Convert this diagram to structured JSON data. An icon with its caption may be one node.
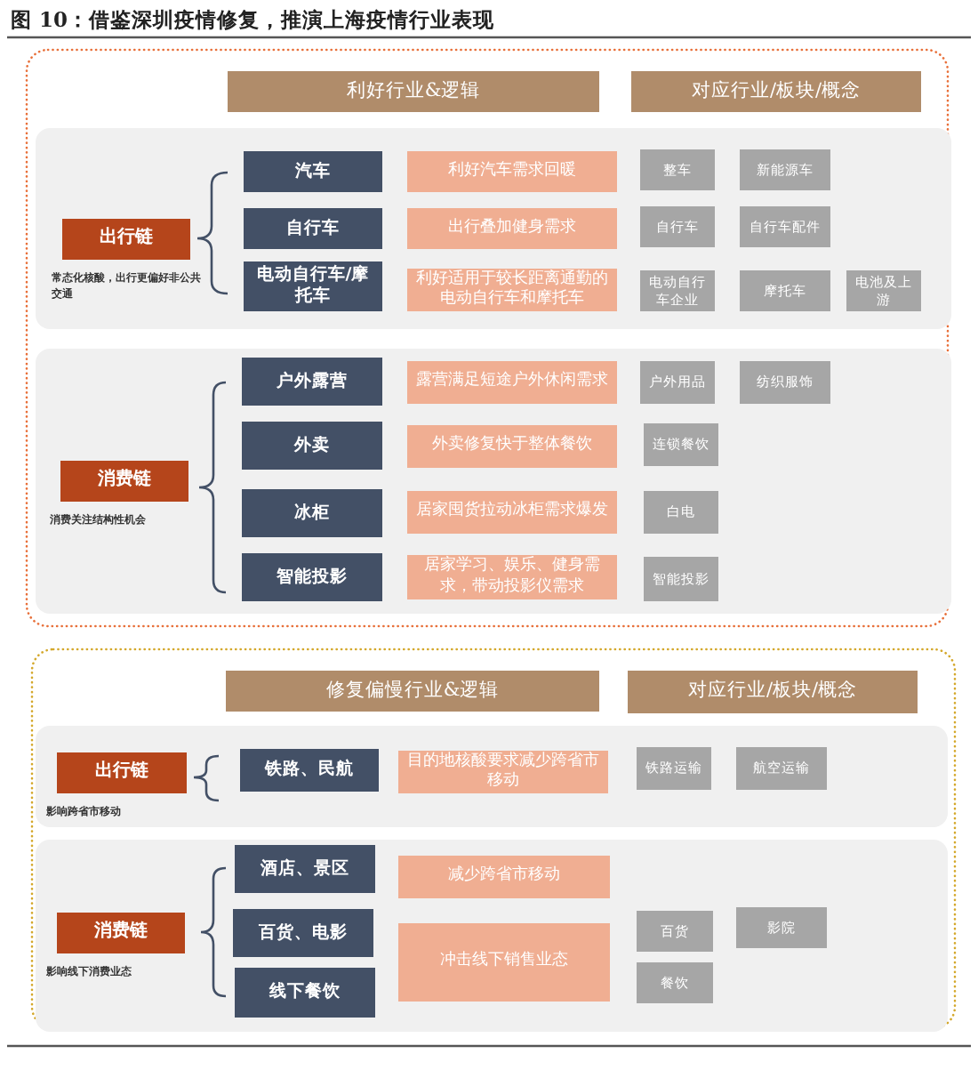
{
  "diagram": {
    "title": "图 10：借鉴深圳疫情修复，推演上海疫情行业表现",
    "nodes": [
      {
        "text": [
          "利好行业&逻辑"
        ]
      },
      {
        "text": [
          "对应行业/板块/概念"
        ]
      },
      {
        "text": [
          "出行链"
        ],
        "beside": [
          "常态化核酸，出行更偏好非公共交通"
        ]
      },
      {
        "text": [
          "汽车"
        ]
      },
      {
        "text": [
          "利好汽车需求回暖"
        ]
      },
      {
        "text": [
          "整车"
        ]
      },
      {
        "text": [
          "新能源车"
        ]
      },
      {
        "text": [
          "自行车"
        ]
      },
      {
        "text": [
          "出行叠加健身需求"
        ]
      },
      {
        "text": [
          "自行车"
        ]
      },
      {
        "text": [
          "自行车配件"
        ]
      },
      {
        "text": [
          "电动自行车/摩托车"
        ]
      },
      {
        "text": [
          "利好适用于较长距离通勤的电动自行车和摩托车"
        ]
      },
      {
        "text": [
          "电动自行车企业"
        ]
      },
      {
        "text": [
          "摩托车"
        ]
      },
      {
        "text": [
          "电池及上游"
        ]
      },
      {
        "text": [
          "消费链"
        ],
        "beside": [
          "消费关注结构性机会"
        ]
      },
      {
        "text": [
          "户外露营"
        ]
      },
      {
        "text": [
          "露营满足短途户外休闲需求"
        ]
      },
      {
        "text": [
          "户外用品"
        ]
      },
      {
        "text": [
          "纺织服饰"
        ]
      },
      {
        "text": [
          "外卖"
        ]
      },
      {
        "text": [
          "外卖修复快于整体餐饮"
        ]
      },
      {
        "text": [
          "连锁餐饮"
        ]
      },
      {
        "text": [
          "冰柜"
        ]
      },
      {
        "text": [
          "居家囤货拉动冰柜需求爆发"
        ]
      },
      {
        "text": [
          "白电"
        ]
      },
      {
        "text": [
          "智能投影"
        ]
      },
      {
        "text": [
          "居家学习、娱乐、健身需求，带动投影仪需求"
        ]
      },
      {
        "text": [
          "智能投影"
        ]
      },
      {
        "text": [
          "修复偏慢行业&逻辑"
        ]
      },
      {
        "text": [
          "对应行业/板块/概念"
        ]
      },
      {
        "text": [
          "出行链"
        ],
        "beside": [
          "影响跨省市移动"
        ]
      },
      {
        "text": [
          "铁路、民航"
        ]
      },
      {
        "text": [
          "目的地核酸要求减少跨省市移动"
        ]
      },
      {
        "text": [
          "铁路运输"
        ]
      },
      {
        "text": [
          "航空运输"
        ]
      },
      {
        "text": [
          "消费链"
        ],
        "beside": [
          "影响线下消费业态"
        ]
      },
      {
        "text": [
          "酒店、景区"
        ]
      },
      {
        "text": [
          "减少跨省市移动"
        ]
      },
      {
        "text": [
          "百货"
        ]
      },
      {
        "text": [
          "影院"
        ]
      },
      {
        "text": [
          "百货、电影"
        ]
      },
      {
        "text": [
          "冲击线下销售业态"
        ]
      },
      {
        "text": [
          "线下餐饮"
        ]
      },
      {
        "text": [
          "餐饮"
        ]
      }
    ]
  }
}
